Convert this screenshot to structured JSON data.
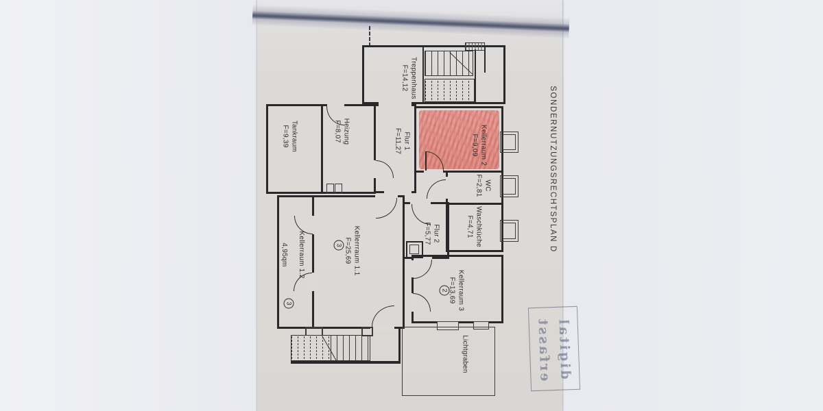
{
  "document": {
    "title": "SONDERNUTZUNGSRECHTSPLAN D",
    "type_note": "Kellergeschoss-Grundriss (scanned photo)"
  },
  "rooms": {
    "treppenhaus": {
      "name": "Treppenhaus",
      "area": "F=14,12"
    },
    "tankraum": {
      "name": "Tankraum",
      "area": "F=9,39"
    },
    "heizung": {
      "name": "Heizung",
      "area": "F=8,07"
    },
    "flur1": {
      "name": "Flur 1",
      "area": "F=11,27"
    },
    "kellerraum2": {
      "name": "Kellerraum  2",
      "area": "F=9,09"
    },
    "wc": {
      "name": "WC",
      "area": "F=2,81"
    },
    "waschkueche": {
      "name": "Waschküche",
      "area": "F=4,71"
    },
    "flur2": {
      "name": "Flur 2",
      "area": "F=5,77"
    },
    "kellerraum11": {
      "name": "Kellerrraum  1.1",
      "area": "F=25,69",
      "unit": "3"
    },
    "kellerraum12": {
      "name": "Kellerraum  1.2",
      "area": "4,95qm",
      "unit": "3"
    },
    "kellerraum3": {
      "name": "Kellerraum  3",
      "area": "F=13,69",
      "unit": "2"
    },
    "lichtgraben": {
      "name": "Lichtgraben"
    }
  },
  "watermark": {
    "line1": "digital",
    "line2": "erfasst"
  },
  "colors": {
    "paper": "#ddd9d6",
    "wall": "#29292b",
    "red_marking": "#dd867e",
    "stamp": "#4e5874"
  }
}
